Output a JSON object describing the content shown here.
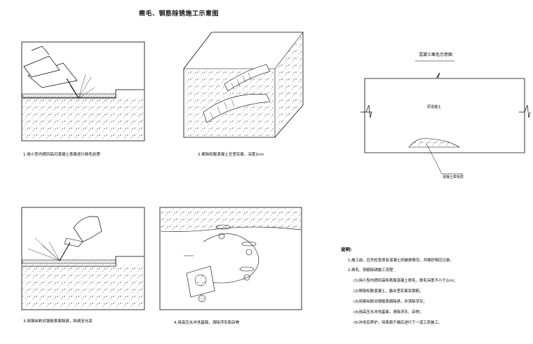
{
  "title": "凿毛、钢筋除锈施工示意图",
  "captions": {
    "p1": "1.用小型内燃风镐对混凝土表面进行凿毛处理",
    "p2": "2.凿除松散混凝土至坚实面，深度2cm",
    "p3": "3.用钢丝刷对钢筋表面除锈，除锈至光亮",
    "p4": "4.用高压水冲洗基面，清除浮灰和杂物"
  },
  "right_figure": {
    "title": "混凝土凿毛示意图",
    "inner_label": "原混凝土",
    "pointer_label": "混凝土凿毛层"
  },
  "notes": {
    "heading": "说明:",
    "items": [
      "1.施工前，应先检查原有混凝土的破损情况，并做好相应记录。",
      "2.凿毛、钢筋除锈施工流程：",
      "(1)用小型内燃风镐将表面混凝土凿毛，凿毛深度不小于2cm；",
      "(2)凿除松散混凝土，露出坚实面及钢筋；",
      "(3)用钢丝刷对钢筋表面除锈，并清除浮灰；",
      "(4)用高压水冲洗基面，清除浮灰、杂物；",
      "(5)冲洗后养护，待表面干燥后进行下一道工序施工。"
    ]
  }
}
